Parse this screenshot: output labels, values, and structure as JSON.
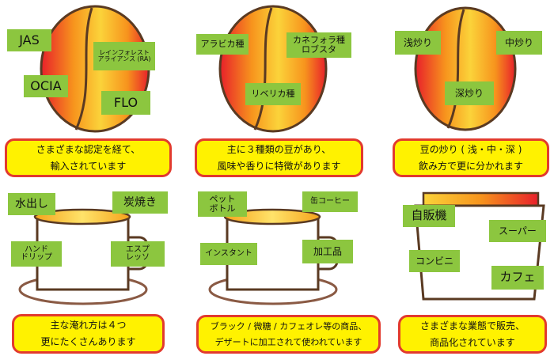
{
  "bean1": {
    "tags": [
      "JAS",
      "レインフォレスト\nアライアンス (RA)",
      "OCIA",
      "FLO"
    ],
    "caption": "さまざまな認定を経て、\n輸入されています"
  },
  "bean2": {
    "tags": [
      "アラビカ種",
      "カネフォラ種\nロブスタ",
      "リベリカ種"
    ],
    "caption": "主に３種類の豆があり、\n風味や香りに特徴があります"
  },
  "bean3": {
    "tags": [
      "浅炒り",
      "中炒り",
      "深炒り"
    ],
    "caption": "豆の炒り ( 浅・中・深 )\n飲み方で更に分かれます"
  },
  "cup1": {
    "tags": [
      "水出し",
      "炭焼き",
      "ハンド\nドリップ",
      "エスプ\nレッソ"
    ],
    "caption": "主な淹れ方は４つ\n更にたくさんあります"
  },
  "cup2": {
    "tags": [
      "ペット\nボトル",
      "缶コーヒー",
      "インスタント",
      "加工品"
    ],
    "caption": "ブラック / 微糖 / カフェオレ等の商品、\nデザートに加工されて使われています"
  },
  "cup3": {
    "tags": [
      "自販機",
      "スーパー",
      "コンビニ",
      "カフェ"
    ],
    "caption": "さまざまな業態で販売、\n商品化されています"
  },
  "colors": {
    "tag_green": "#8cc63f",
    "caption_fill": "#fff200",
    "caption_border": "#e23a2e",
    "outline_brown": "#5a3a22"
  }
}
